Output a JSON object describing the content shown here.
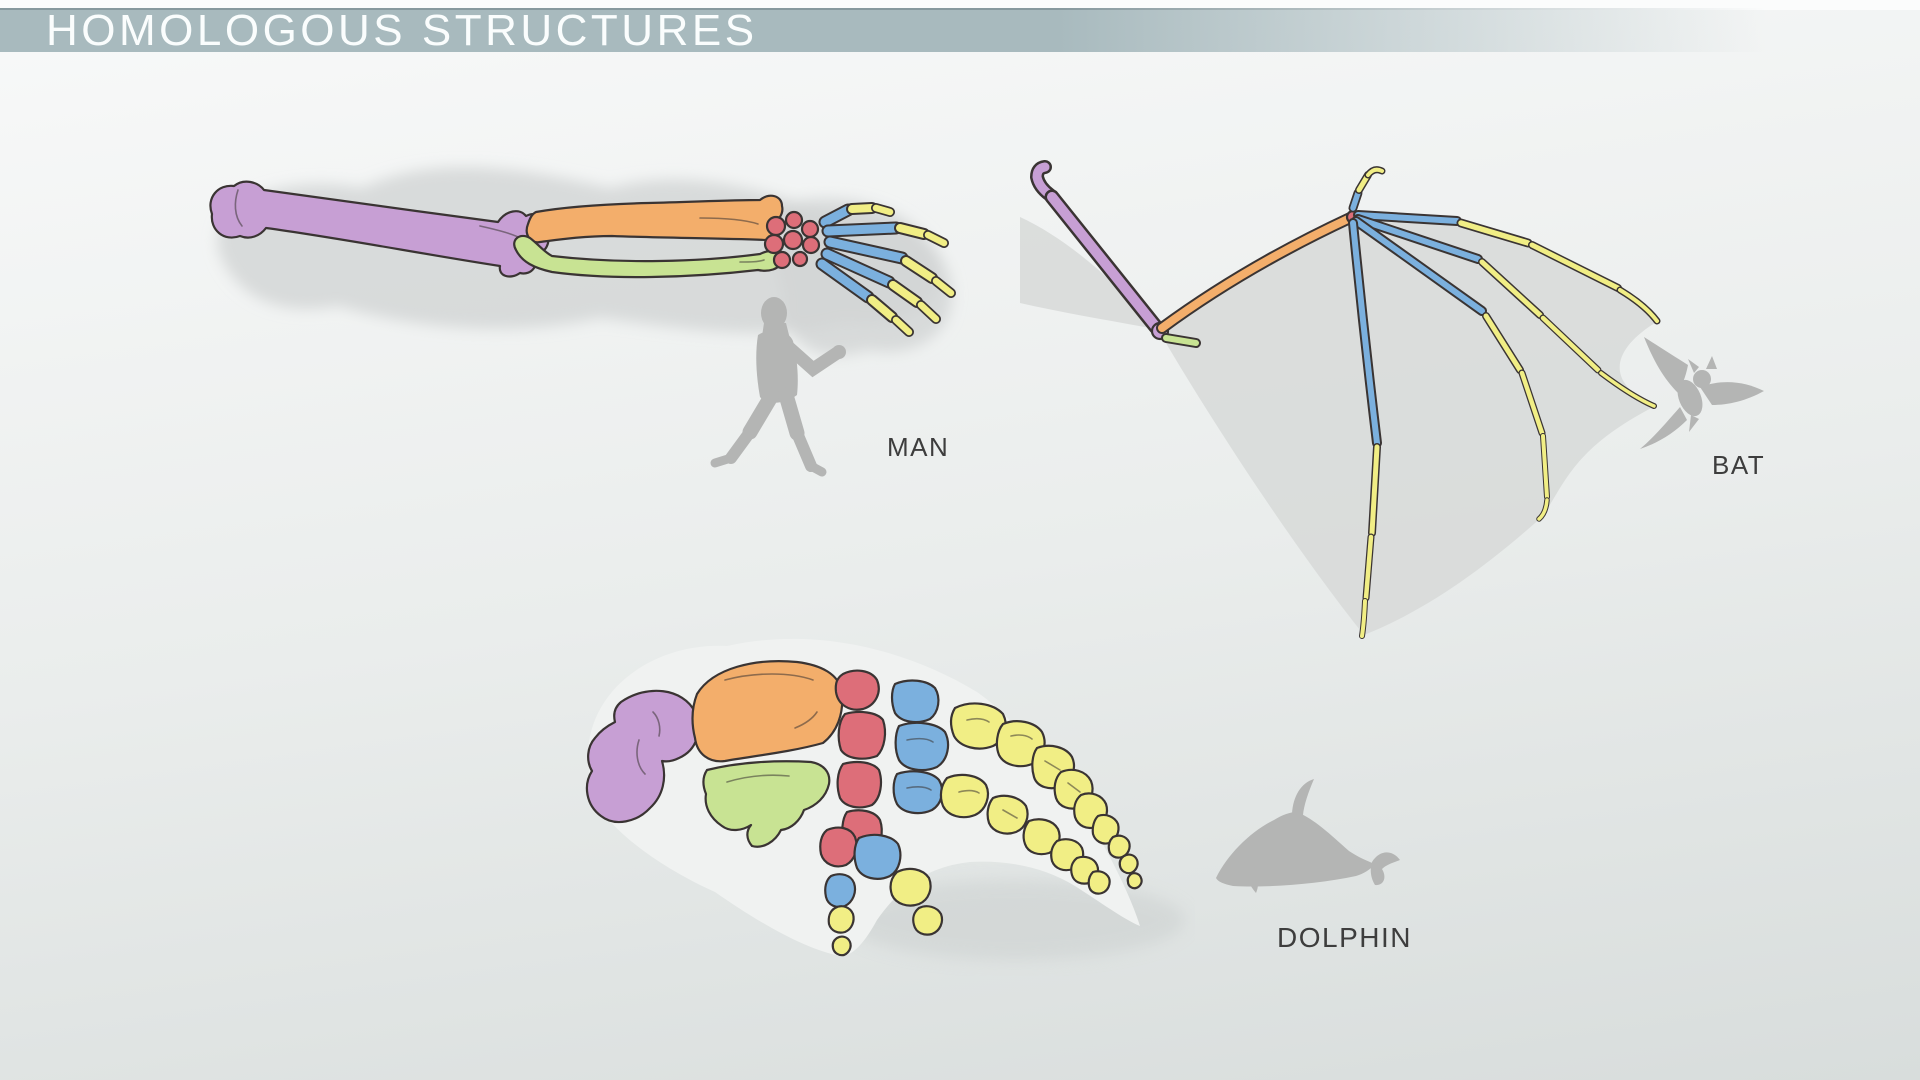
{
  "title": "HOMOLOGOUS STRUCTURES",
  "specimens": [
    {
      "id": "man",
      "label": "MAN"
    },
    {
      "id": "bat",
      "label": "BAT"
    },
    {
      "id": "dolphin",
      "label": "DOLPHIN"
    }
  ],
  "colors": {
    "title_bar": "#a8babe",
    "title_text": "#fafdfd",
    "bg_top": "#f8f9f9",
    "bg_mid": "#eaedec",
    "bg_bottom": "#d8dddc",
    "humerus": "#c79fd4",
    "radius": "#f3ae6b",
    "ulna": "#c8e393",
    "carpals": "#dd6e79",
    "metacarpals": "#7bb0de",
    "phalanges": "#f1ee85",
    "outline": "#3a3433",
    "shadow": "#d2d5d4",
    "membrane": "#d7d9d8",
    "flipper": "#f0f2f1",
    "silhouette": "#b4b5b4",
    "label_text": "#3d3d3d"
  }
}
